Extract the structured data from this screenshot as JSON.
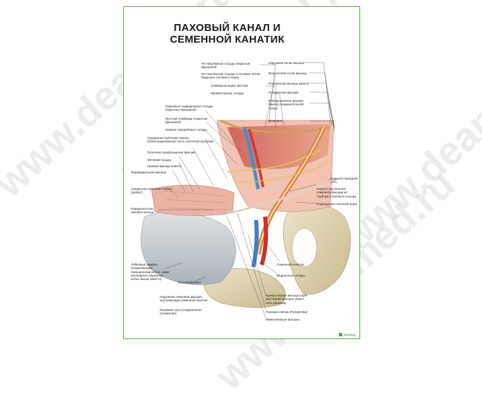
{
  "poster": {
    "title_line1": "ПАХОВЫЙ КАНАЛ И",
    "title_line2": "СЕМЕННОЙ КАНАТИК",
    "watermark": "www.deamed.ru",
    "logo": "ДЕАМЕД"
  },
  "labels": {
    "testicular_vessels_peritoneum": "Тестикулярные сосуды покрытые брюшиной",
    "testicular_vessels_genital_branch": "Тестикулярные сосуды и половые ветви бедренно-полового нерва",
    "vas_deferens": "Семявыносящие протоки",
    "cremasteric_vessels": "Кремастерные сосуды",
    "external_oblique": "Наружная косая мышца",
    "internal_oblique": "Внутренняя косая мышца",
    "transversus_abdominis": "Поперечная мышца живота",
    "transversalis_fascia": "Поперечная фасция",
    "extraperitoneal_fascia": "Внебрюшинная фасция (выход соединительной ткани)",
    "peritoneum": "Брюшина",
    "external_iliac_vessels": "Наружные подвздошные сосуды покрытые брюшиной",
    "vas_deferens_ducts": "Протоки семявода покрытые брюшиной",
    "inferior_epigastric": "Нижние надчревные сосуды",
    "lacunar_ligament": "Срединная пупочная связка (облитерированная часть пупочной артерии)",
    "pubic_prevesical_fascia": "Пупочная предпузырная фасция",
    "bladder": "Мочевой пузырь",
    "rectus_abdominis": "Прямая мышца живота",
    "pyramidalis": "Пирамидальная мышца",
    "median_umbilical_ligament": "Срединная пупочная связка (урахус)",
    "superficial_inguinal_ring": "Поверхностное паховое кольцо",
    "pubic_symphysis": "Лобковый симфиз (покрывающие смешанными волок- нами апоневроза наружных косых мышц живота)",
    "pubic_tubercle": "Лонный бугорок",
    "external_spermatic_fascia": "Наружная семенная фасция, окутывающая семенной канатик",
    "inguinal_falx": "Паховый серп (соединенное сухожилие)",
    "asis": "Верхняя передняя ость",
    "internal_spermatic_origin": "Начало внутренней семенной фасции из глубокого пахового кольца",
    "iliopsoas_nerve": "Подвздошно-паховый нерв",
    "spermatic_cord": "Семенной канатик",
    "femoral_vessels": "Бедренные сосуды",
    "cremaster_muscle": "Кремастерная мышца и кре- мастерная фасция семен- ного канатика",
    "inguinal_ligament": "Паховая связка (Пупартова)",
    "intercrural_fibers": "Межножковые волокна"
  }
}
